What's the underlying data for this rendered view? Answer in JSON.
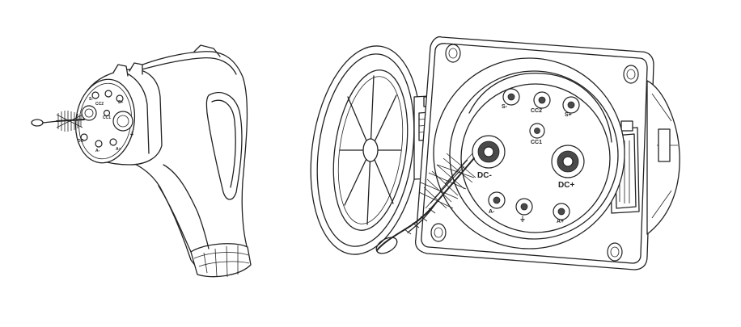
{
  "socket_labels": {
    "dc_minus": "DC-",
    "dc_plus": "DC+",
    "s_minus": "S-",
    "s_plus": "S+",
    "cc2": "CC2",
    "cc1": "CC1",
    "a_minus": "A-",
    "a_plus": "A+",
    "ground": "⏚"
  },
  "plug_labels": {
    "cc2": "CC2",
    "cc1": "CC1",
    "dc": "DC",
    "s_plus": "S+",
    "s_minus": "S-",
    "a_plus": "A+",
    "a_minus": "A-",
    "ground": "⏚"
  }
}
